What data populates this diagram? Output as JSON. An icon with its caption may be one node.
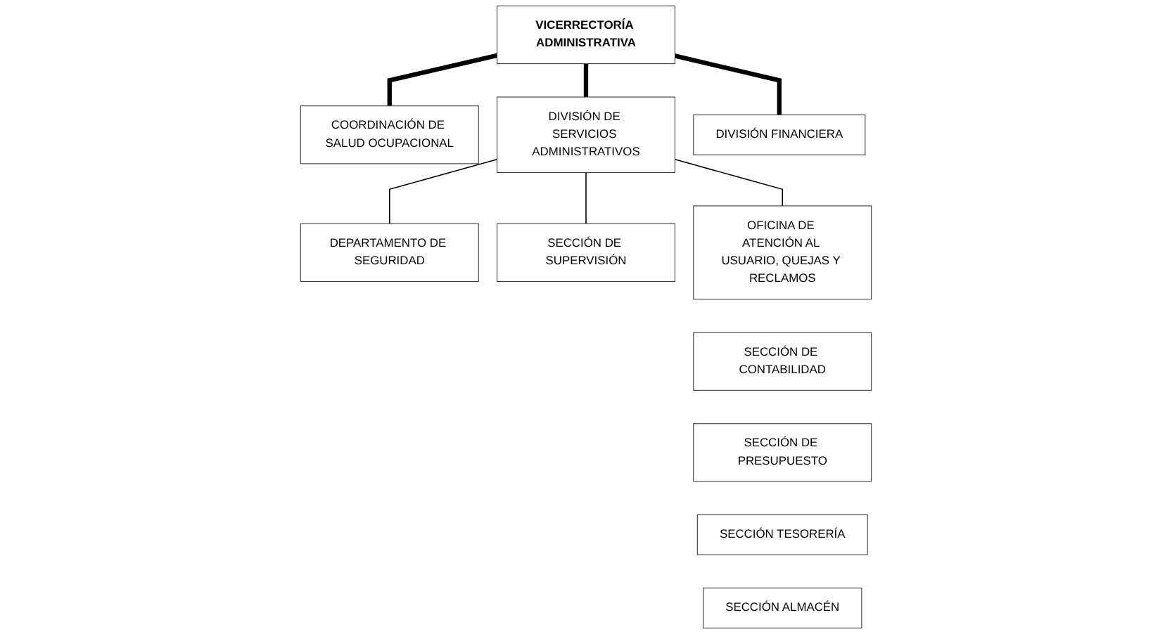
{
  "diagram": {
    "nodes": [
      {
        "text": [
          "VICERRECTORÍA ADMINISTRATIVA"
        ]
      },
      {
        "text": [
          "COORDINACIÓN DE SALUD OCUPACIONAL"
        ]
      },
      {
        "text": [
          "DIVISIÓN DE SERVICIOS ADMINISTRATIVOS"
        ]
      },
      {
        "text": [
          "DIVISIÓN FINANCIERA"
        ]
      },
      {
        "text": [
          "DEPARTAMENTO DE SEGURIDAD"
        ]
      },
      {
        "text": [
          "SECCIÓN DE SUPERVISIÓN"
        ]
      },
      {
        "text": [
          "OFICINA DE ATENCIÓN AL USUARIO, QUEJAS Y RECLAMOS"
        ]
      },
      {
        "text": [
          "SECCIÓN DE CONTABILIDAD"
        ]
      },
      {
        "text": [
          "SECCIÓN DE PRESUPUESTO"
        ]
      },
      {
        "text": [
          "SECCIÓN TESORERÍA"
        ]
      },
      {
        "text": [
          "SECCIÓN ALMACÉN"
        ]
      }
    ],
    "edges": [
      {
        "from": 0,
        "to": 1,
        "arrow": "none",
        "style": "thick"
      },
      {
        "from": 0,
        "to": 2,
        "arrow": "none",
        "style": "thick"
      },
      {
        "from": 0,
        "to": 3,
        "arrow": "none",
        "style": "thick"
      },
      {
        "from": 2,
        "to": 4,
        "arrow": "none"
      },
      {
        "from": 2,
        "to": 5,
        "arrow": "none"
      },
      {
        "from": 2,
        "to": 6,
        "arrow": "none"
      }
    ]
  }
}
